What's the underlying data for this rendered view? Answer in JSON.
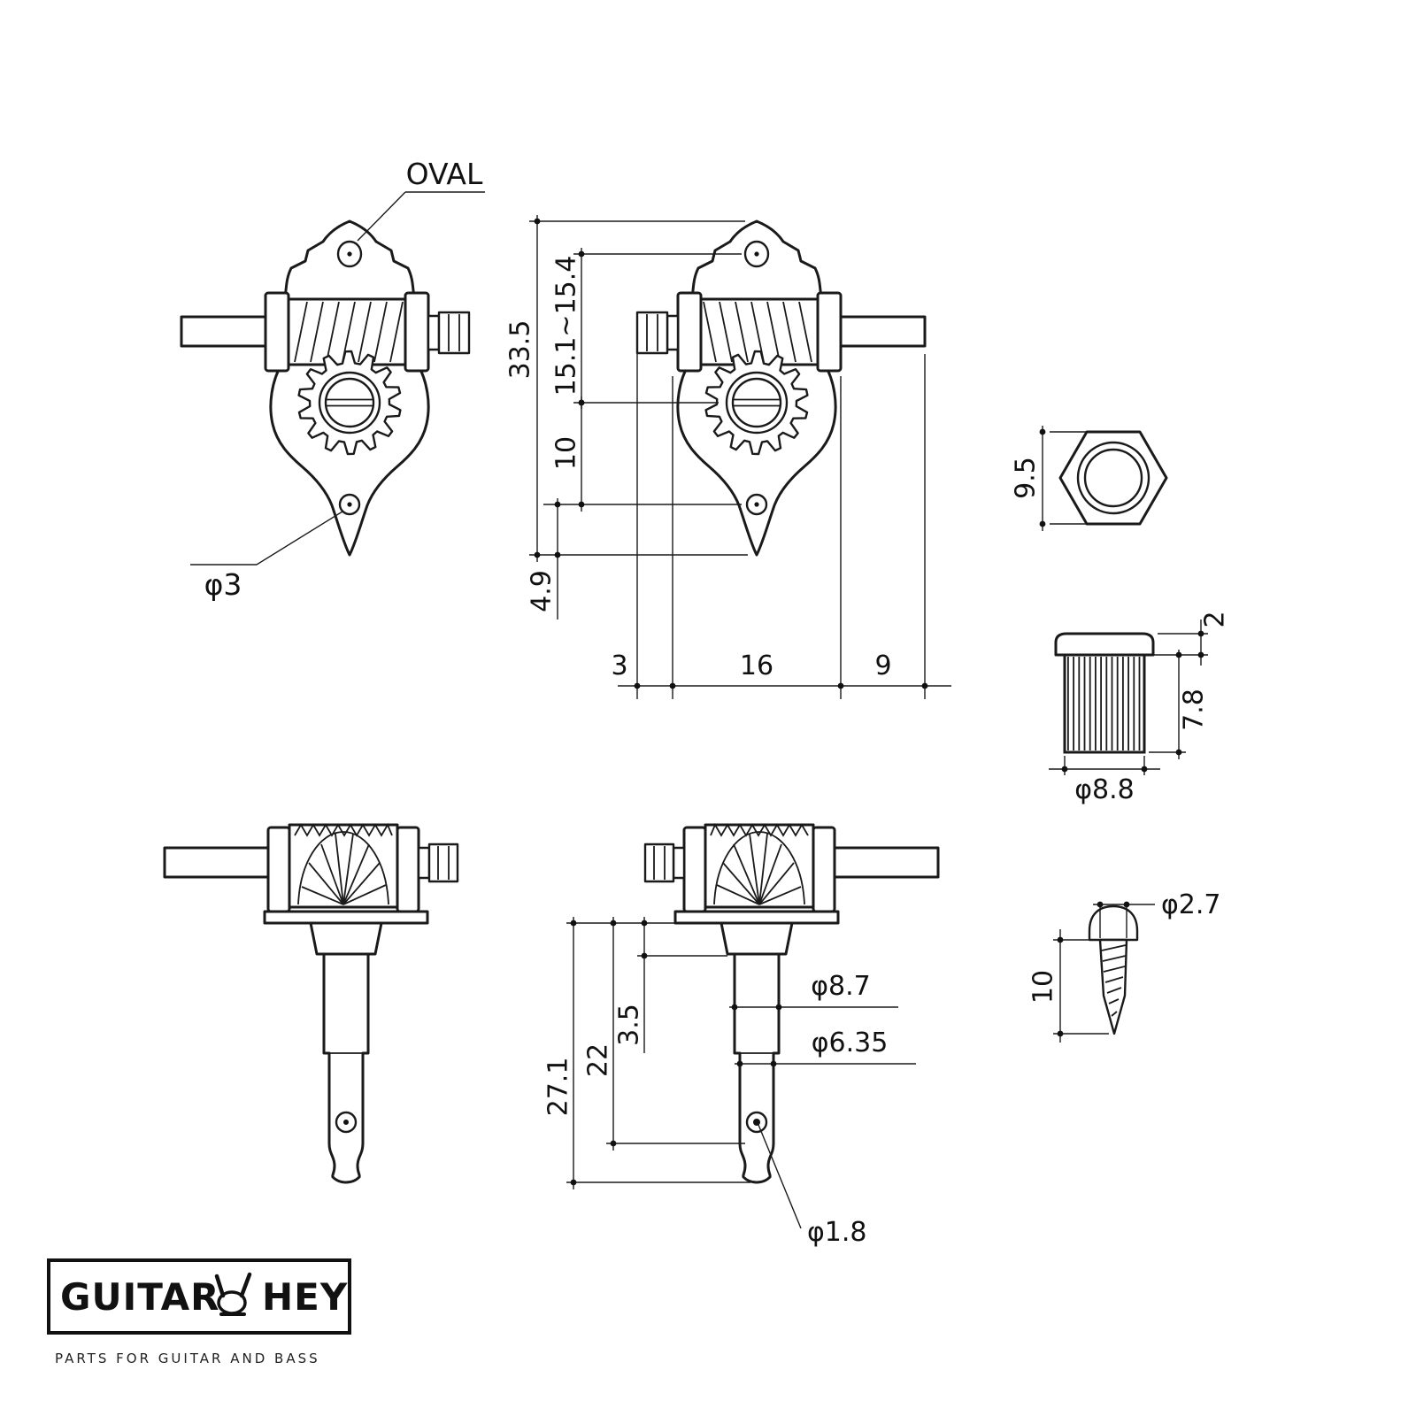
{
  "callouts": {
    "oval": "OVAL",
    "phi3": "φ3"
  },
  "front_dims": {
    "total_height": "33.5",
    "hole_to_gear": "15.1~15.4",
    "gear_to_hole": "10",
    "hole_to_tip": "4.9",
    "w_left": "3",
    "w_mid": "16",
    "w_right": "9"
  },
  "nut": {
    "across_flats": "9.5"
  },
  "bushing": {
    "flange_height": "2",
    "body_height": "7.8",
    "diameter": "φ8.8"
  },
  "post_dims": {
    "total_length": "27.1",
    "to_taper": "22",
    "collar_height": "3.5",
    "upper_diameter": "φ8.7",
    "lower_diameter": "φ6.35",
    "hole_diameter": "φ1.8"
  },
  "screw": {
    "diameter": "φ2.7",
    "length": "10"
  },
  "logo": {
    "word_left": "GUITAR",
    "word_right": "HEY",
    "tagline": "PARTS FOR GUITAR AND BASS"
  }
}
